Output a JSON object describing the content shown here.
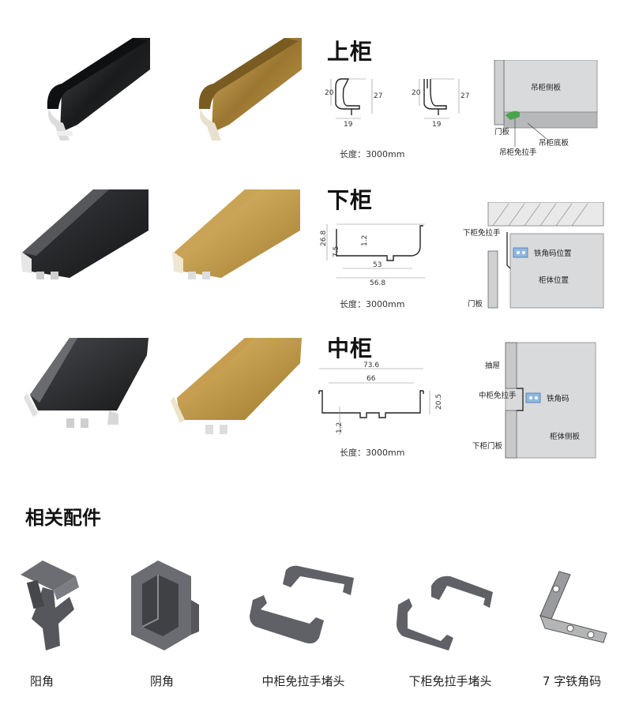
{
  "sections": [
    {
      "title": "上柜",
      "length": "长度：3000mm",
      "dims": {
        "a_h": "20",
        "a_h2": "27",
        "a_w": "19",
        "b_h": "20",
        "b_h2": "27",
        "b_w": "19"
      },
      "install": {
        "side_panel": "吊柜侧板",
        "door": "门板",
        "bottom": "吊柜底板",
        "handle": "吊柜免拉手"
      }
    },
    {
      "title": "下柜",
      "length": "长度：3000mm",
      "dims": {
        "h": "26.8",
        "h2": "7.5",
        "t": "1.2",
        "w1": "53",
        "w2": "56.8"
      },
      "install": {
        "handle": "下柜免拉手",
        "bracket": "铁角码位置",
        "cabinet": "柜体位置",
        "door": "门板"
      }
    },
    {
      "title": "中柜",
      "length": "长度：3000mm",
      "dims": {
        "w1": "73.6",
        "w2": "66",
        "h": "20.5",
        "t": "1.2"
      },
      "install": {
        "drawer": "抽屉",
        "handle": "中柜免拉手",
        "bracket": "铁角码",
        "side": "柜体侧板",
        "door": "下柜门板"
      }
    }
  ],
  "accessories": {
    "heading": "相关配件",
    "items": [
      {
        "label": "阳角",
        "icon": "outer-corner-icon"
      },
      {
        "label": "阴角",
        "icon": "inner-corner-icon"
      },
      {
        "label": "中柜免拉手堵头",
        "icon": "middle-endcap-icon"
      },
      {
        "label": "下柜免拉手堵头",
        "icon": "lower-endcap-icon"
      },
      {
        "label": "7 字铁角码",
        "icon": "l-bracket-icon"
      }
    ]
  },
  "colors": {
    "black": "#1d1e20",
    "gold": "#b08a3a",
    "grey_fill": "#d9dadb",
    "part_grey": "#5f6166"
  }
}
